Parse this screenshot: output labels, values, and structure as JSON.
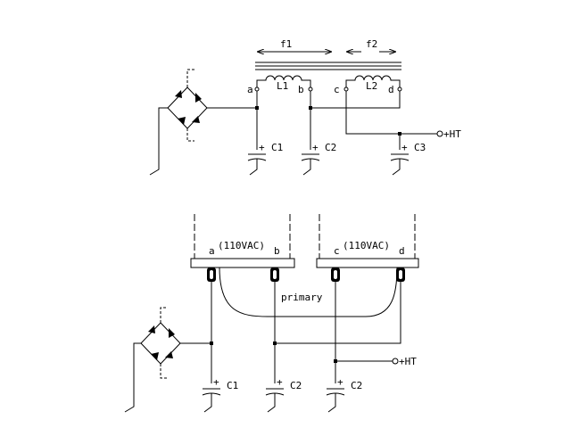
{
  "top": {
    "f1": "f1",
    "f2": "f2",
    "L1": "L1",
    "L2": "L2",
    "a": "a",
    "b": "b",
    "c": "c",
    "d": "d",
    "C1": "C1",
    "C2": "C2",
    "C3": "C3",
    "ht": "+HT",
    "plus": "+"
  },
  "bottom": {
    "a": "a",
    "b": "b",
    "c": "c",
    "d": "d",
    "v1": "(110VAC)",
    "v2": "(110VAC)",
    "primary": "primary",
    "C1": "C1",
    "C2a": "C2",
    "C2b": "C2",
    "ht": "+HT",
    "plus": "+"
  }
}
